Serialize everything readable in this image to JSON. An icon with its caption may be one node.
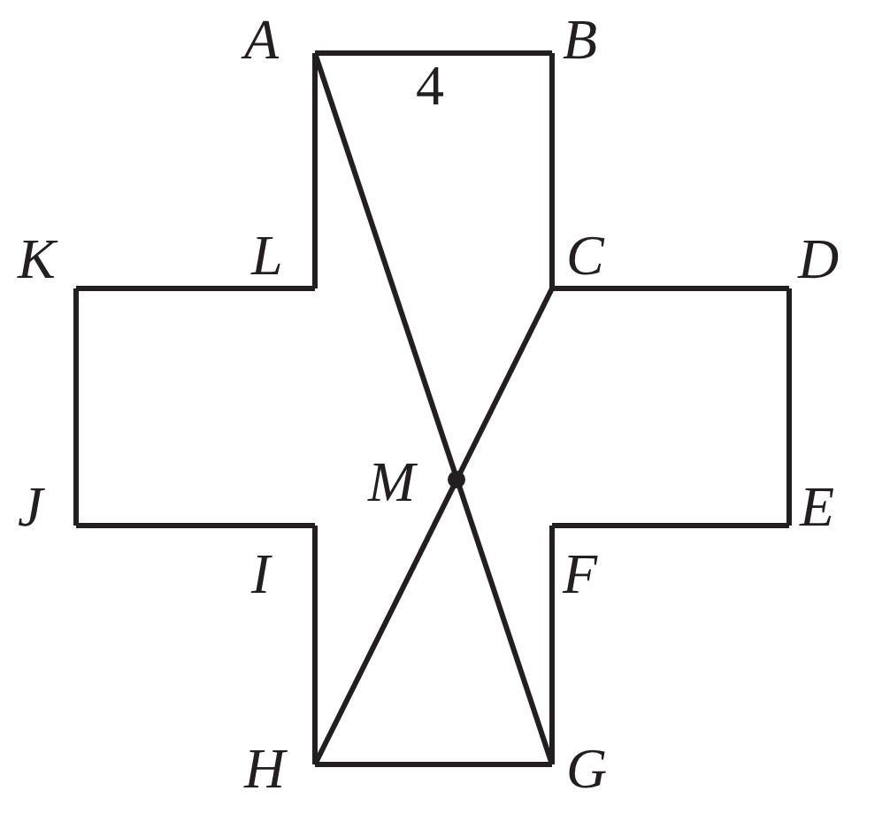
{
  "diagram": {
    "nodes": [
      {
        "text": [
          "A"
        ]
      },
      {
        "text": [
          "B"
        ]
      },
      {
        "text": [
          "K"
        ]
      },
      {
        "text": [
          "L"
        ]
      },
      {
        "text": [
          "C"
        ]
      },
      {
        "text": [
          "D"
        ]
      },
      {
        "text": [
          "J"
        ]
      },
      {
        "text": [
          "E"
        ]
      },
      {
        "text": [
          "I"
        ]
      },
      {
        "text": [
          "F"
        ]
      },
      {
        "text": [
          "H"
        ]
      },
      {
        "text": [
          "G"
        ]
      }
    ],
    "edges": [
      {
        "from": 0,
        "to": 1,
        "arrow": "none",
        "label": "4"
      },
      {
        "from": 1,
        "to": 4,
        "arrow": "none"
      },
      {
        "from": 4,
        "to": 5,
        "arrow": "none"
      },
      {
        "from": 5,
        "to": 7,
        "arrow": "none"
      },
      {
        "from": 7,
        "to": 9,
        "arrow": "none"
      },
      {
        "from": 9,
        "to": 11,
        "arrow": "none"
      },
      {
        "from": 11,
        "to": 10,
        "arrow": "none"
      },
      {
        "from": 10,
        "to": 8,
        "arrow": "none"
      },
      {
        "from": 8,
        "to": 6,
        "arrow": "none"
      },
      {
        "from": 6,
        "to": 2,
        "arrow": "none"
      },
      {
        "from": 2,
        "to": 3,
        "arrow": "none"
      },
      {
        "from": 3,
        "to": 0,
        "arrow": "none"
      },
      {
        "from": 0,
        "to": 11,
        "arrow": "none"
      },
      {
        "from": 4,
        "to": 10,
        "arrow": "none"
      }
    ],
    "labels": [
      "M"
    ]
  }
}
